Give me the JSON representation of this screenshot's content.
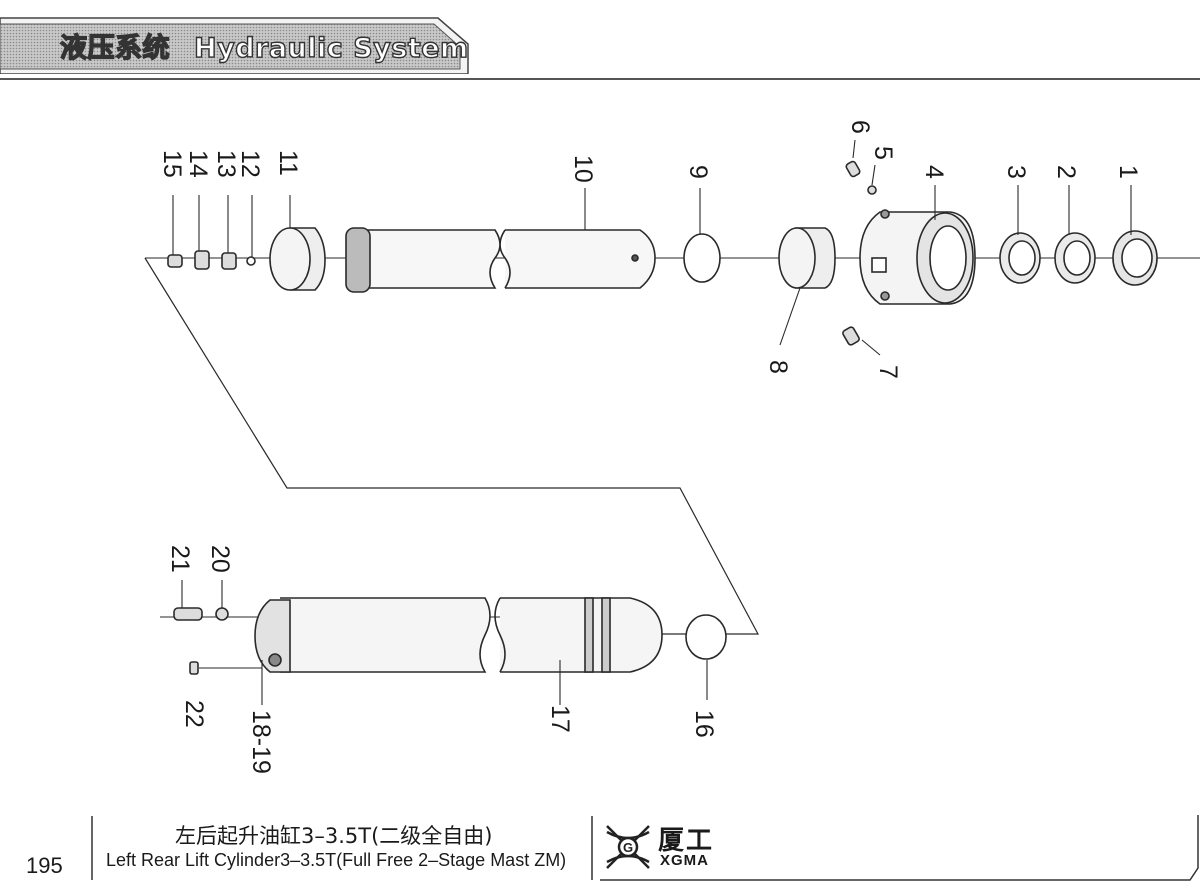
{
  "header": {
    "section_cn": "液压系统",
    "section_en": "Hydraulic System"
  },
  "callouts": [
    "1",
    "2",
    "3",
    "4",
    "5",
    "6",
    "7",
    "8",
    "9",
    "10",
    "11",
    "12",
    "13",
    "14",
    "15",
    "16",
    "17",
    "18-19",
    "20",
    "21",
    "22"
  ],
  "footer": {
    "page_number": "195",
    "title_cn": "左后起升油缸3–3.5T(二级全自由)",
    "title_en": "Left Rear Lift Cylinder3–3.5T(Full Free 2–Stage Mast ZM)",
    "brand_cn": "厦工",
    "brand_en": "XGMA"
  }
}
